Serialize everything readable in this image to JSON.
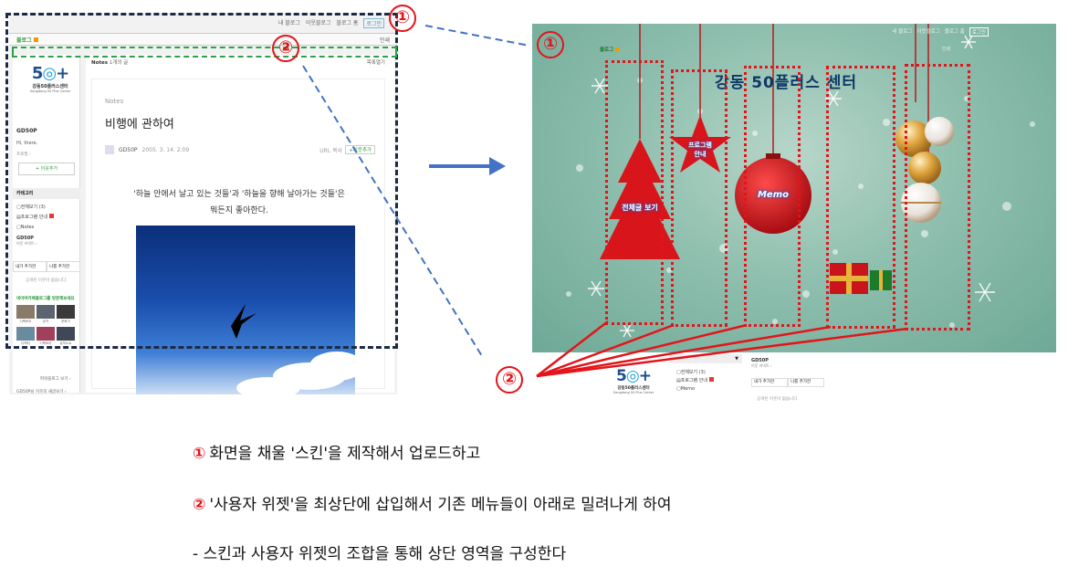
{
  "left": {
    "topnav": [
      "내 블로그",
      "이웃블로그",
      "블로그 홈",
      "로그인"
    ],
    "brand": "블로그",
    "bar_right": "인쇄",
    "logo": {
      "mark_left": "5",
      "mark_right": "+",
      "sub1": "강동50플러스센터",
      "sub2": "Gangdong 50 Plus Center"
    },
    "sidebar": {
      "username": "GD50P",
      "greeting_1": "Hi, there.",
      "profile": "프로필 ›",
      "add_neighbor": "+ 이웃추가",
      "category_title": "카테고리",
      "categories": [
        "전체보기 (3)",
        "프로그램 안내",
        "Notes"
      ],
      "neighbor_name": "GD50P",
      "neighbor_sub": "이웃 커넥트 ›",
      "tabs": [
        "내가 추가한",
        "나를 추가한"
      ],
      "empty": "공개된 이웃이 없습니다.",
      "friends_title": "네이버카페블로그를 방문해보세요",
      "friends": [
        "디렉토리",
        "뮤직",
        "문화가",
        "디렉터",
        "디렉토리",
        "뮤직노트"
      ],
      "more": "파워블로그 보기 ›",
      "footer": "GD50P님 이웃의 새글보기 ›"
    },
    "main": {
      "notes_label": "Notes",
      "notes_count": "1개의 글",
      "fold": "목록열기",
      "post_category": "Notes",
      "post_title": "비행에 관하여",
      "author": "GD50P",
      "date": "2005. 3. 14. 2:09",
      "url_copy": "URL 복사",
      "add_neighbor": "+이웃추가",
      "line1": "'하늘 안에서 날고 있는 것들'과 '하늘을 향해 날아가는 것들'은",
      "line2": "뭐든지 좋아한다."
    }
  },
  "right": {
    "topnav": [
      "내 블로그",
      "이웃블로그",
      "블로그 홈",
      "로그인"
    ],
    "brand": "블로그",
    "brand_right": "인쇄",
    "title": "강동 50플러스 센터",
    "ornaments": {
      "tree": "전체글 보기",
      "star_1": "프로그램",
      "star_2": "안내",
      "ball": "Memo"
    },
    "bottom": {
      "logo": {
        "mark_left": "5",
        "mark_right": "+",
        "sub1": "강동50플러스센터",
        "sub2": "Gangdong 50 Plus Center"
      },
      "cat_head": "▼",
      "categories": [
        "전체보기 (3)",
        "프로그램 안내",
        "Memo"
      ],
      "neighbor_name": "GD50P",
      "neighbor_sub": "이웃 커넥트 ›",
      "tabs": [
        "내가 추가한",
        "나를 추가한"
      ],
      "empty": "공개된 이웃이 없습니다."
    }
  },
  "markers": {
    "one": "①",
    "two": "②"
  },
  "captions": {
    "c1_num": "①",
    "c1_text": "화면을 채울 '스킨'을 제작해서 업로드하고",
    "c2_num": "②",
    "c2_text": "'사용자 위젯'을 최상단에 삽입해서 기존 메뉴들이 아래로 밀려나게 하여",
    "c3_text": "- 스킨과 사용자 위젯의 조합을 통해 상단 영역을 구성한다"
  },
  "colors": {
    "accent_red": "#e3141a",
    "dash_blue": "#4472c4",
    "dash_green": "#29a34a",
    "skin_green": "#8fbfae",
    "title_blue": "#0e3866"
  }
}
